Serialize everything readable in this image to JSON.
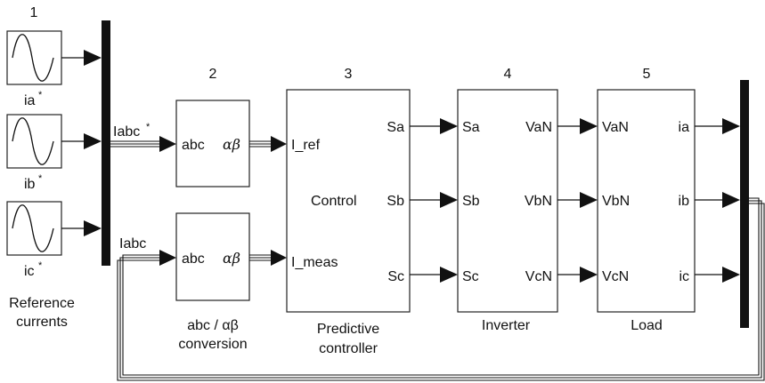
{
  "block_numbers": [
    "1",
    "2",
    "3",
    "4",
    "5"
  ],
  "sources": {
    "ia_label": "ia",
    "ib_label": "ib",
    "ic_label": "ic",
    "star": "*",
    "caption_line1": "Reference",
    "caption_line2": "currents"
  },
  "signals": {
    "iabc_ref": "Iabc",
    "iabc_ref_star": "*",
    "iabc_meas": "Iabc"
  },
  "conversion": {
    "in_label": "abc",
    "out_label": "αβ",
    "caption_line1": "abc / αβ",
    "caption_line2": "conversion"
  },
  "controller": {
    "port_iref": "I_ref",
    "port_imeas": "I_meas",
    "center": "Control",
    "out_sa": "Sa",
    "out_sb": "Sb",
    "out_sc": "Sc",
    "caption_line1": "Predictive",
    "caption_line2": "controller"
  },
  "inverter": {
    "in_sa": "Sa",
    "in_sb": "Sb",
    "in_sc": "Sc",
    "out_van": "VaN",
    "out_vbn": "VbN",
    "out_vcn": "VcN",
    "caption": "Inverter"
  },
  "load": {
    "in_van": "VaN",
    "in_vbn": "VbN",
    "in_vcn": "VcN",
    "out_ia": "ia",
    "out_ib": "ib",
    "out_ic": "ic",
    "caption": "Load"
  }
}
